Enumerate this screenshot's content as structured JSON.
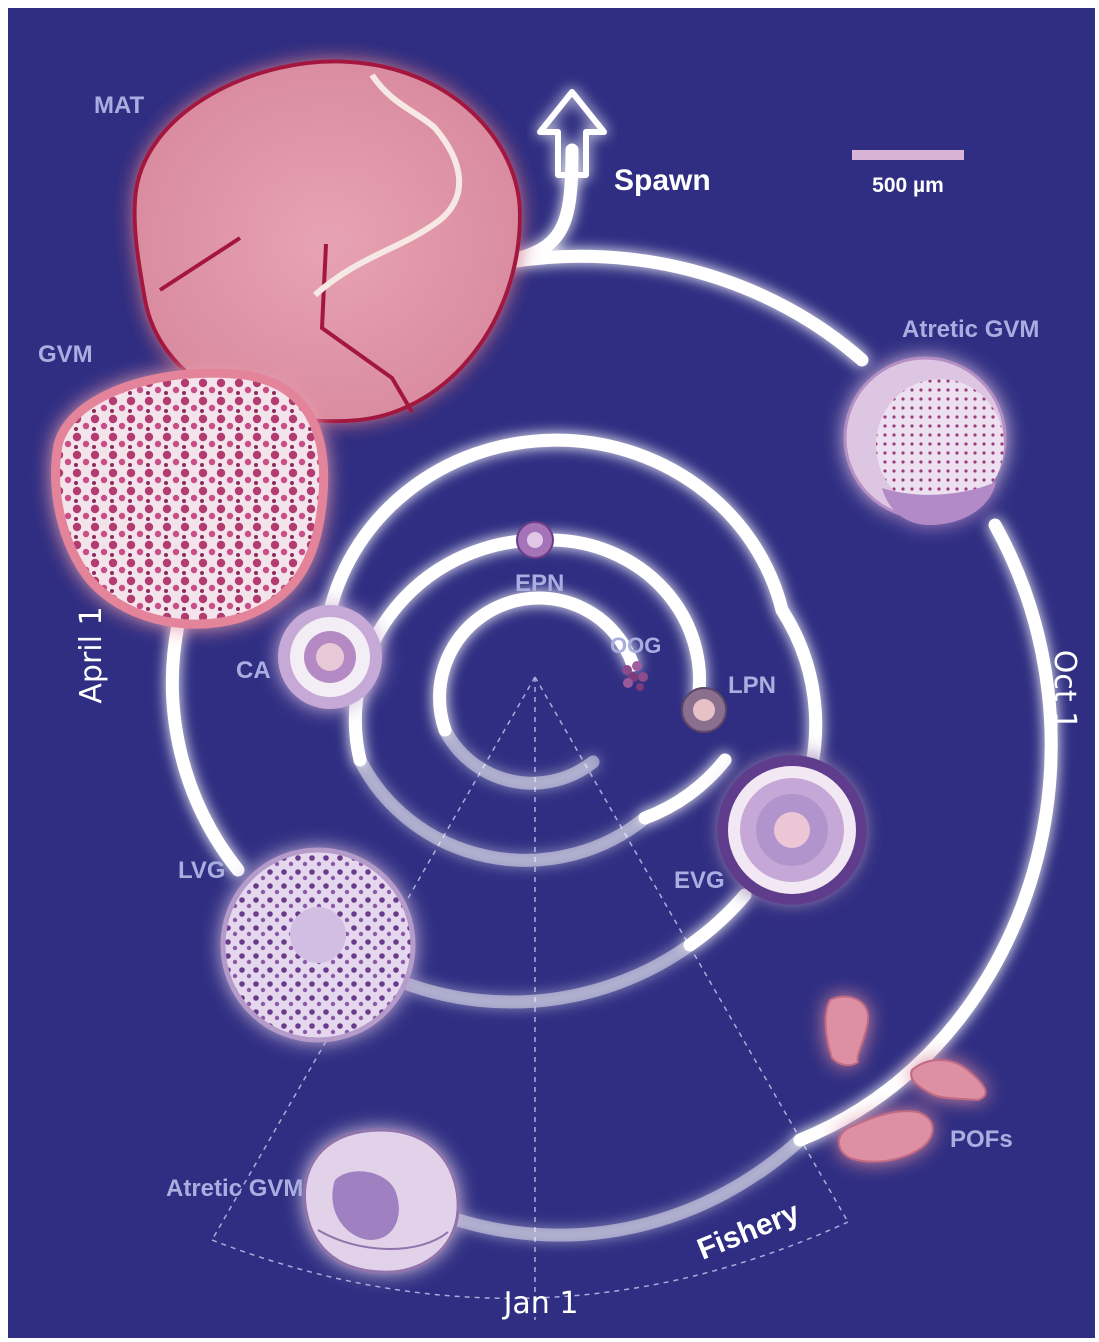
{
  "colors": {
    "background": "#2f2e82",
    "path": "#ffffff",
    "label": "#a9aee0",
    "scale_bar": "#d9b3d6",
    "tissue_pink": "#dd8fa4",
    "tissue_purple": "#a07ab8"
  },
  "labels": {
    "mat": "MAT",
    "gvm": "GVM",
    "atretic_gvm_top": "Atretic GVM",
    "epn": "EPN",
    "oog": "OOG",
    "lpn": "LPN",
    "ca": "CA",
    "evg": "EVG",
    "lvg": "LVG",
    "atretic_gvm_bottom": "Atretic GVM",
    "pofs": "POFs"
  },
  "annotations": {
    "spawn": "Spawn",
    "scale_bar": "500 µm",
    "fishery": "Fishery"
  },
  "dates": {
    "april": "April 1",
    "oct": "Oct 1",
    "jan": "Jan 1"
  },
  "icons": {
    "spawn_arrow": "arrow-up-icon"
  }
}
